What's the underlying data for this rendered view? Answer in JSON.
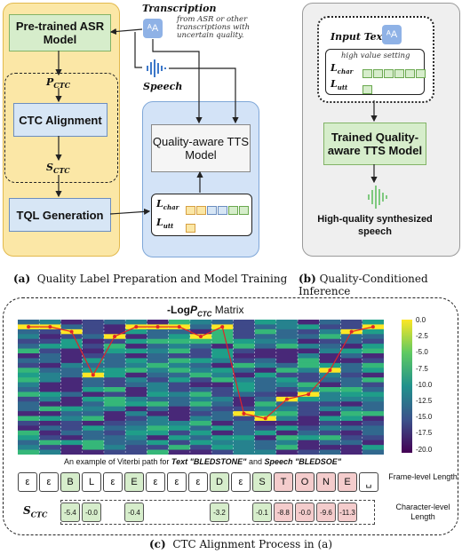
{
  "panel_a": {
    "asr_label": "Pre-trained ASR Model",
    "pctc_label": "P",
    "pctc_sub": "CTC",
    "ctc_align_label": "CTC Alignment",
    "sctc_label": "S",
    "sctc_sub": "CTC",
    "tql_label": "TQL Generation",
    "transcription_label": "Transcription",
    "transcription_note": "from ASR or other transcriptions with uncertain quality.",
    "speech_label": "Speech",
    "tts_label": "Quality-aware TTS Model",
    "lchar_label": "L",
    "lchar_sub": "char",
    "lutt_label": "L",
    "lutt_sub": "utt"
  },
  "panel_b": {
    "input_text_label": "Input Text",
    "high_value_label": "high value setting",
    "lchar_label": "L",
    "lchar_sub": "char",
    "lutt_label": "L",
    "lutt_sub": "utt",
    "trained_tts_label": "Trained Quality-aware TTS Model",
    "output_label": "High-quality synthesized speech"
  },
  "captions": {
    "a_tag": "(a)",
    "a_text": "Quality Label Preparation and Model Training",
    "b_tag": "(b)",
    "b_text": "Quality-Conditioned Inference",
    "c_tag": "(c)",
    "c_text": "CTC Alignment Process in",
    "c_ref": "(a)"
  },
  "panel_c": {
    "matrix_title_prefix": "-Log",
    "matrix_title_p": "P",
    "matrix_title_sub": "CTC",
    "matrix_title_suffix": " Matrix",
    "colorbar_ticks": [
      "0.0",
      "-2.5",
      "-5.0",
      "-7.5",
      "-10.0",
      "-12.5",
      "-15.0",
      "-17.5",
      "-20.0"
    ],
    "example_prefix": "An example of Viterbi path for ",
    "example_text": "Text \"BLEDSTONE\"",
    "example_mid": " and ",
    "example_speech": "Speech \"BLEDSOE\"",
    "frame_level_label": "Frame-level Length",
    "char_level_label": "Character-level Length",
    "sctc_label": "S",
    "sctc_sub": "CTC",
    "tokens": [
      {
        "t": "ε",
        "c": ""
      },
      {
        "t": "ε",
        "c": ""
      },
      {
        "t": "B",
        "c": "g"
      },
      {
        "t": "L",
        "c": ""
      },
      {
        "t": "ε",
        "c": ""
      },
      {
        "t": "E",
        "c": "g"
      },
      {
        "t": "ε",
        "c": ""
      },
      {
        "t": "ε",
        "c": ""
      },
      {
        "t": "ε",
        "c": ""
      },
      {
        "t": "D",
        "c": "g"
      },
      {
        "t": "ε",
        "c": ""
      },
      {
        "t": "S",
        "c": "g"
      },
      {
        "t": "T",
        "c": "r"
      },
      {
        "t": "O",
        "c": "r"
      },
      {
        "t": "N",
        "c": "r"
      },
      {
        "t": "E",
        "c": "r"
      },
      {
        "t": "␣",
        "c": ""
      }
    ],
    "scores": [
      {
        "v": "-5.4",
        "c": "g"
      },
      {
        "v": "-0.0",
        "c": "g"
      },
      {
        "v": "-0.4",
        "c": "g"
      },
      {
        "v": "-3.2",
        "c": "g"
      },
      {
        "v": "-0.1",
        "c": "g"
      },
      {
        "v": "-8.8",
        "c": "r"
      },
      {
        "v": "-0.0",
        "c": "r"
      },
      {
        "v": "-9.6",
        "c": "r"
      },
      {
        "v": "-11.3",
        "c": "r"
      }
    ]
  },
  "colors": {
    "panel_a_bg": "#fbe7a6",
    "tts_bg": "#d3e3f7",
    "green": "#d6edcb",
    "red": "#f4cccc",
    "path": "#e0242a"
  }
}
